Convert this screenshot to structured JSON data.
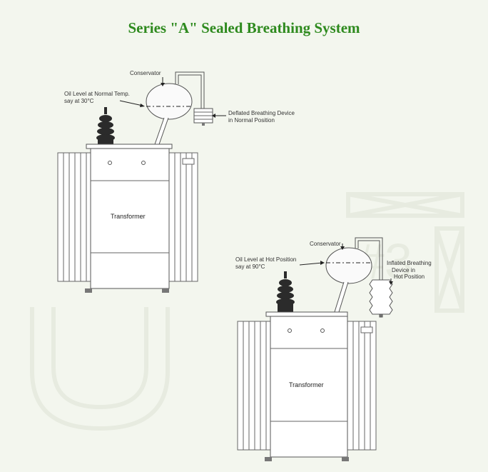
{
  "title": "Series \"A\" Sealed Breathing System",
  "colors": {
    "title": "#2e8a1e",
    "background": "#f3f6ee",
    "line": "#555555",
    "bushing": "#2b2b2b"
  },
  "diagram_top": {
    "conservator_label": "Conservator",
    "oil_level_line1": "Oil Level at Normal Temp.",
    "oil_level_line2": "say at 30°C",
    "device_line1": "Deflated Breathing Device",
    "device_line2": "in Normal Position",
    "transformer_label": "Transformer"
  },
  "diagram_bottom": {
    "conservator_label": "Conservator",
    "oil_level_line1": "Oil Level at Hot Position",
    "oil_level_line2": "say at 90°C",
    "device_line1": "Inflated Breathing",
    "device_line2": "Device in",
    "device_line3": "Hot Position",
    "transformer_label": "Transformer"
  }
}
